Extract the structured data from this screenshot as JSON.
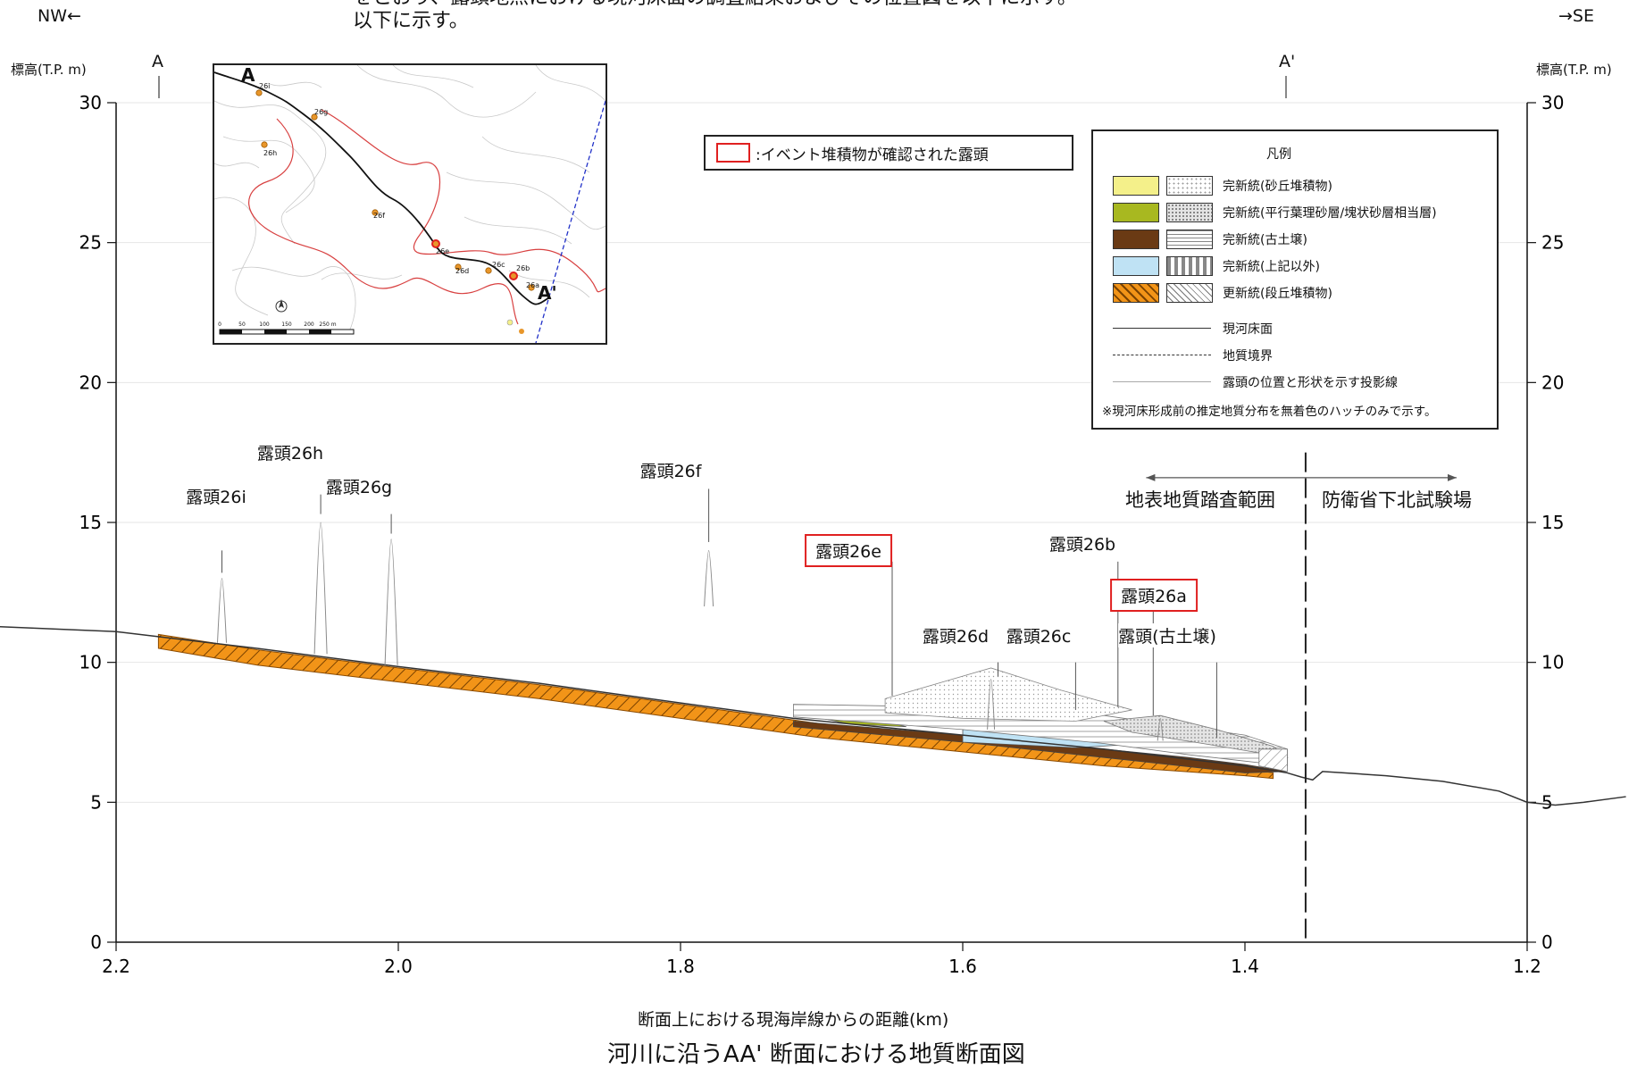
{
  "header": {
    "line1": "をとおり、露頭地点における現河床面の調査結果およびその位置図を以下に示す。",
    "line2": "以下に示す。",
    "dir_left": "NW←",
    "dir_right": "→SE"
  },
  "axes": {
    "unit_left": "標高(T.P. m)",
    "unit_right": "標高(T.P. m)",
    "y_ticks": [
      "0",
      "5",
      "10",
      "15",
      "20",
      "25",
      "30"
    ],
    "x_ticks": [
      "2.2",
      "2.0",
      "1.8",
      "1.6",
      "1.4",
      "1.2"
    ],
    "xlabel": "断面上における現海岸線からの距離(km)"
  },
  "section_markers": {
    "a": "A",
    "a_prime": "A'"
  },
  "figure_title": "河川に沿うAA' 断面における地質断面図",
  "event_legend": {
    "label": ":イベント堆積物が確認された露頭",
    "color": "#e02020"
  },
  "legend": {
    "title": "凡例",
    "items": [
      {
        "label": "完新統(砂丘堆積物)",
        "color": "#f4f08a"
      },
      {
        "label": "完新統(平行葉理砂層/塊状砂層相当層)",
        "color": "#a8b820"
      },
      {
        "label": "完新統(古土壌)",
        "color": "#6a3a14"
      },
      {
        "label": "完新統(上記以外)",
        "color": "#bfe2f4"
      },
      {
        "label": "更新統(段丘堆積物)",
        "color": "#f29418"
      }
    ],
    "lines": [
      {
        "label": "現河床面"
      },
      {
        "label": "地質境界"
      },
      {
        "label": "露頭の位置と形状を示す投影線"
      }
    ],
    "note": "※現河床形成前の推定地質分布を無着色のハッチのみで示す。"
  },
  "range": {
    "left": "地表地質踏査範囲",
    "right": "防衛省下北試験場"
  },
  "outcrops": [
    {
      "label": "露頭26i",
      "highlight": false
    },
    {
      "label": "露頭26h",
      "highlight": false
    },
    {
      "label": "露頭26g",
      "highlight": false
    },
    {
      "label": "露頭26f",
      "highlight": false
    },
    {
      "label": "露頭26e",
      "highlight": true
    },
    {
      "label": "露頭26d",
      "highlight": false
    },
    {
      "label": "露頭26c",
      "highlight": false
    },
    {
      "label": "露頭26b",
      "highlight": false
    },
    {
      "label": "露頭26a",
      "highlight": true
    },
    {
      "label": "露頭(古土壌)",
      "highlight": false
    }
  ],
  "inset_map": {
    "labels": [
      "A",
      "A'",
      "26i",
      "26h",
      "26g",
      "26f",
      "26e",
      "26d",
      "26c",
      "26b",
      "26a"
    ],
    "scale_labels": [
      "0",
      "50",
      "100",
      "150",
      "200",
      "250 m"
    ]
  },
  "colors": {
    "pleistocene": "#f29418",
    "paleosol": "#6a3a14",
    "water_sand": "#bfe2f4",
    "dune": "#f4f08a",
    "laminated_sand": "#a8b820",
    "highlight": "#e02020",
    "map_contour": "#c9c9c9",
    "map_red": "#d84040",
    "map_blue": "#2030c8",
    "outcrop_dot": "#e8962a"
  }
}
